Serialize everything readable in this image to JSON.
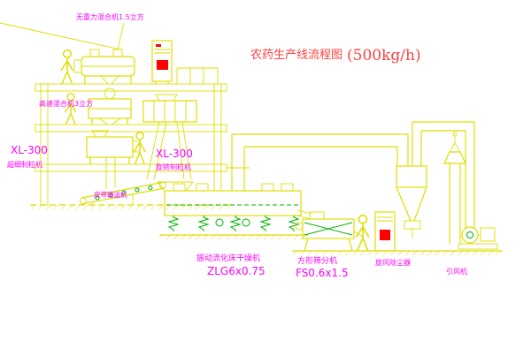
{
  "title": {
    "text": "农药生产线流程图",
    "capacity": "(500kg/h)"
  },
  "labels": {
    "top_mixer": "无重力混合机1.5立方",
    "high_speed_mixer": "高速混合机3立方",
    "granulator_left_model": "XL-300",
    "granulator_left_name": "超细制粒机",
    "granulator_center_model": "XL-300",
    "granulator_center_name": "旋转制粒机",
    "belt_conveyor": "皮带输送机",
    "dryer_name": "振动流化床干燥机",
    "dryer_model": "ZLG6x0.75",
    "sieve_name": "方形筛分机",
    "sieve_model": "FS0.6x1.5",
    "cyclone_name": "旋风除尘器",
    "fan_name": "引风机"
  },
  "colors": {
    "line_yellow": "#dede00",
    "accent_green": "#00b400",
    "label_magenta": "#ff00ff",
    "title_red": "#ff4040",
    "control_red": "#ff0000",
    "background": "#ffffff"
  }
}
